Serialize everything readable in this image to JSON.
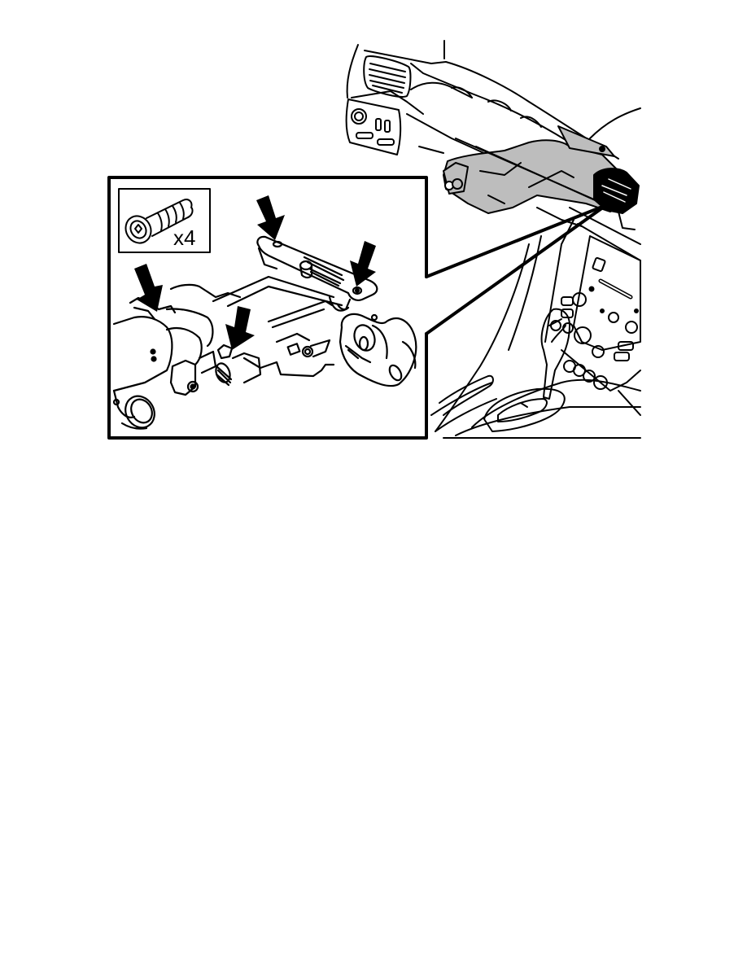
{
  "figure": {
    "type": "service-manual-illustration",
    "subject": "steering column mounting bolts",
    "colors": {
      "line": "#000000",
      "background": "#ffffff",
      "shade": "#bdbdbd"
    },
    "overview": {
      "label": "dashboard-overview"
    },
    "detail_inset": {
      "label": "steering-column-detail",
      "arrow_count": 4,
      "bolt_legend": {
        "quantity_text": "x4"
      }
    }
  }
}
